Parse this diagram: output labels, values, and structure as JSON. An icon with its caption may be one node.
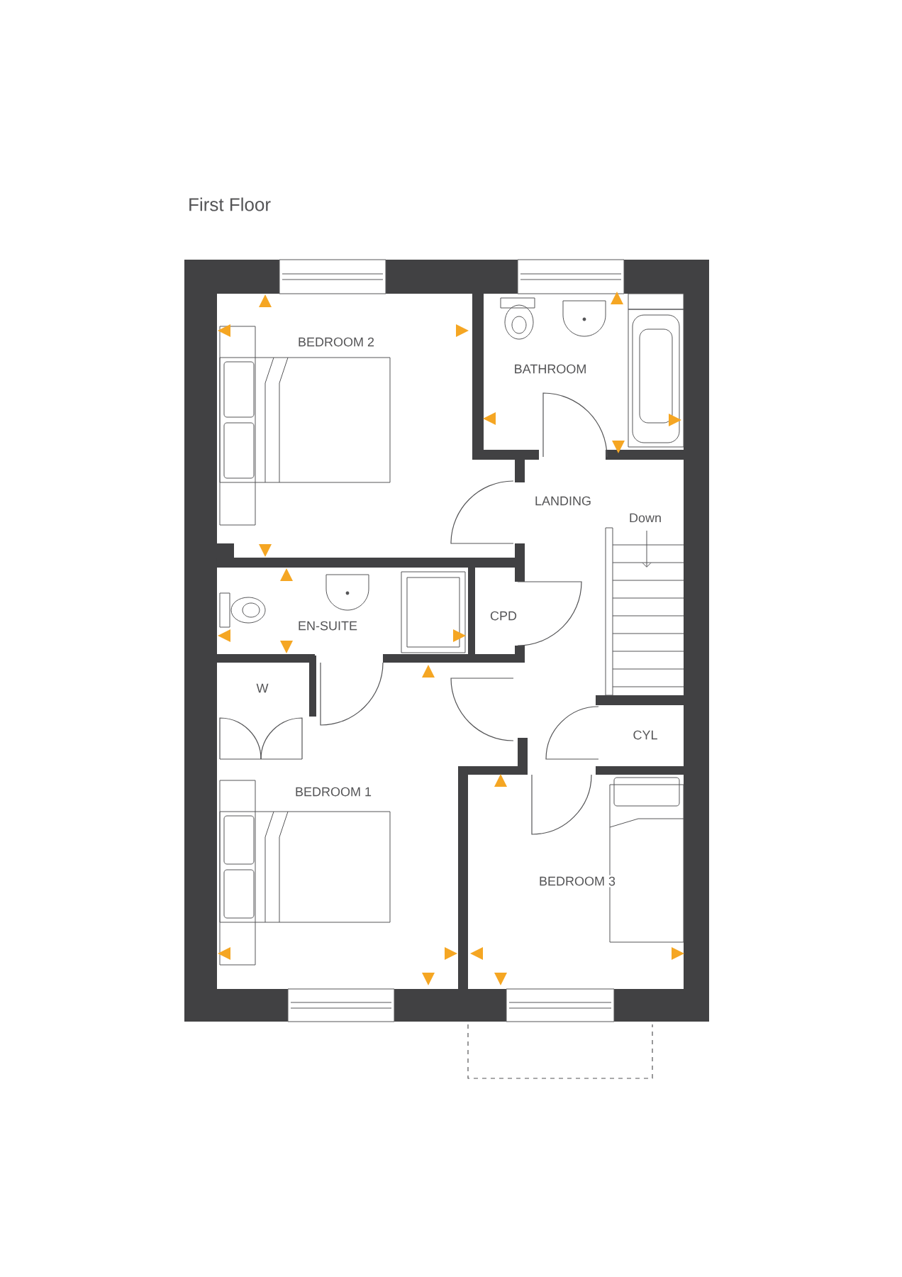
{
  "diagram": {
    "title": "First Floor",
    "labels": [
      "BEDROOM 2",
      "BATHROOM",
      "LANDING",
      "Down",
      "EN-SUITE",
      "CPD",
      "W",
      "CYL",
      "BEDROOM 1",
      "BEDROOM 3"
    ]
  }
}
